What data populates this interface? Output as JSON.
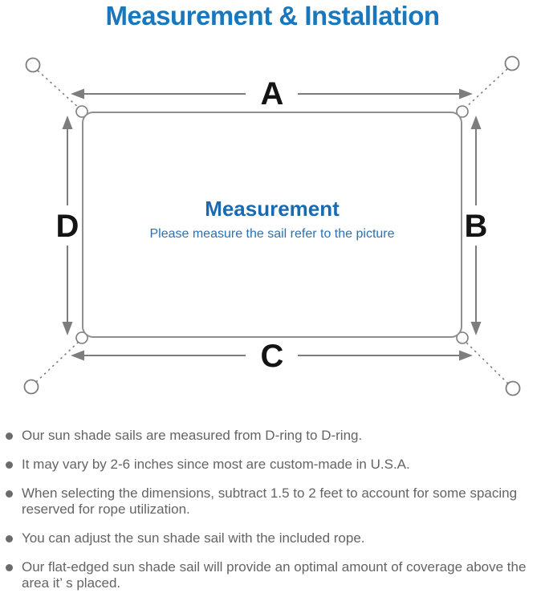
{
  "title": "Measurement & Installation",
  "diagram": {
    "labels": {
      "a": "A",
      "b": "B",
      "c": "C",
      "d": "D"
    },
    "center_title": "Measurement",
    "center_subtitle": "Please measure the sail refer to the picture"
  },
  "colors": {
    "title_blue": "#1877bd",
    "center_title_blue": "#1a6ab1",
    "center_subtitle_blue": "#2a72b5",
    "diagram_line_gray": "#7d7d7d",
    "dimension_label_black": "#141414",
    "note_text_gray": "#646464"
  },
  "notes": [
    "Our sun shade sails are measured from D-ring to D-ring.",
    "It may vary by 2-6 inches since most are custom-made in U.S.A.",
    "When selecting the dimensions, subtract 1.5 to 2 feet to account for some spacing reserved for rope utilization.",
    "You can adjust the sun shade sail with the included rope.",
    "Our flat-edged sun shade sail will provide an optimal amount of coverage above the area it’ s placed."
  ]
}
